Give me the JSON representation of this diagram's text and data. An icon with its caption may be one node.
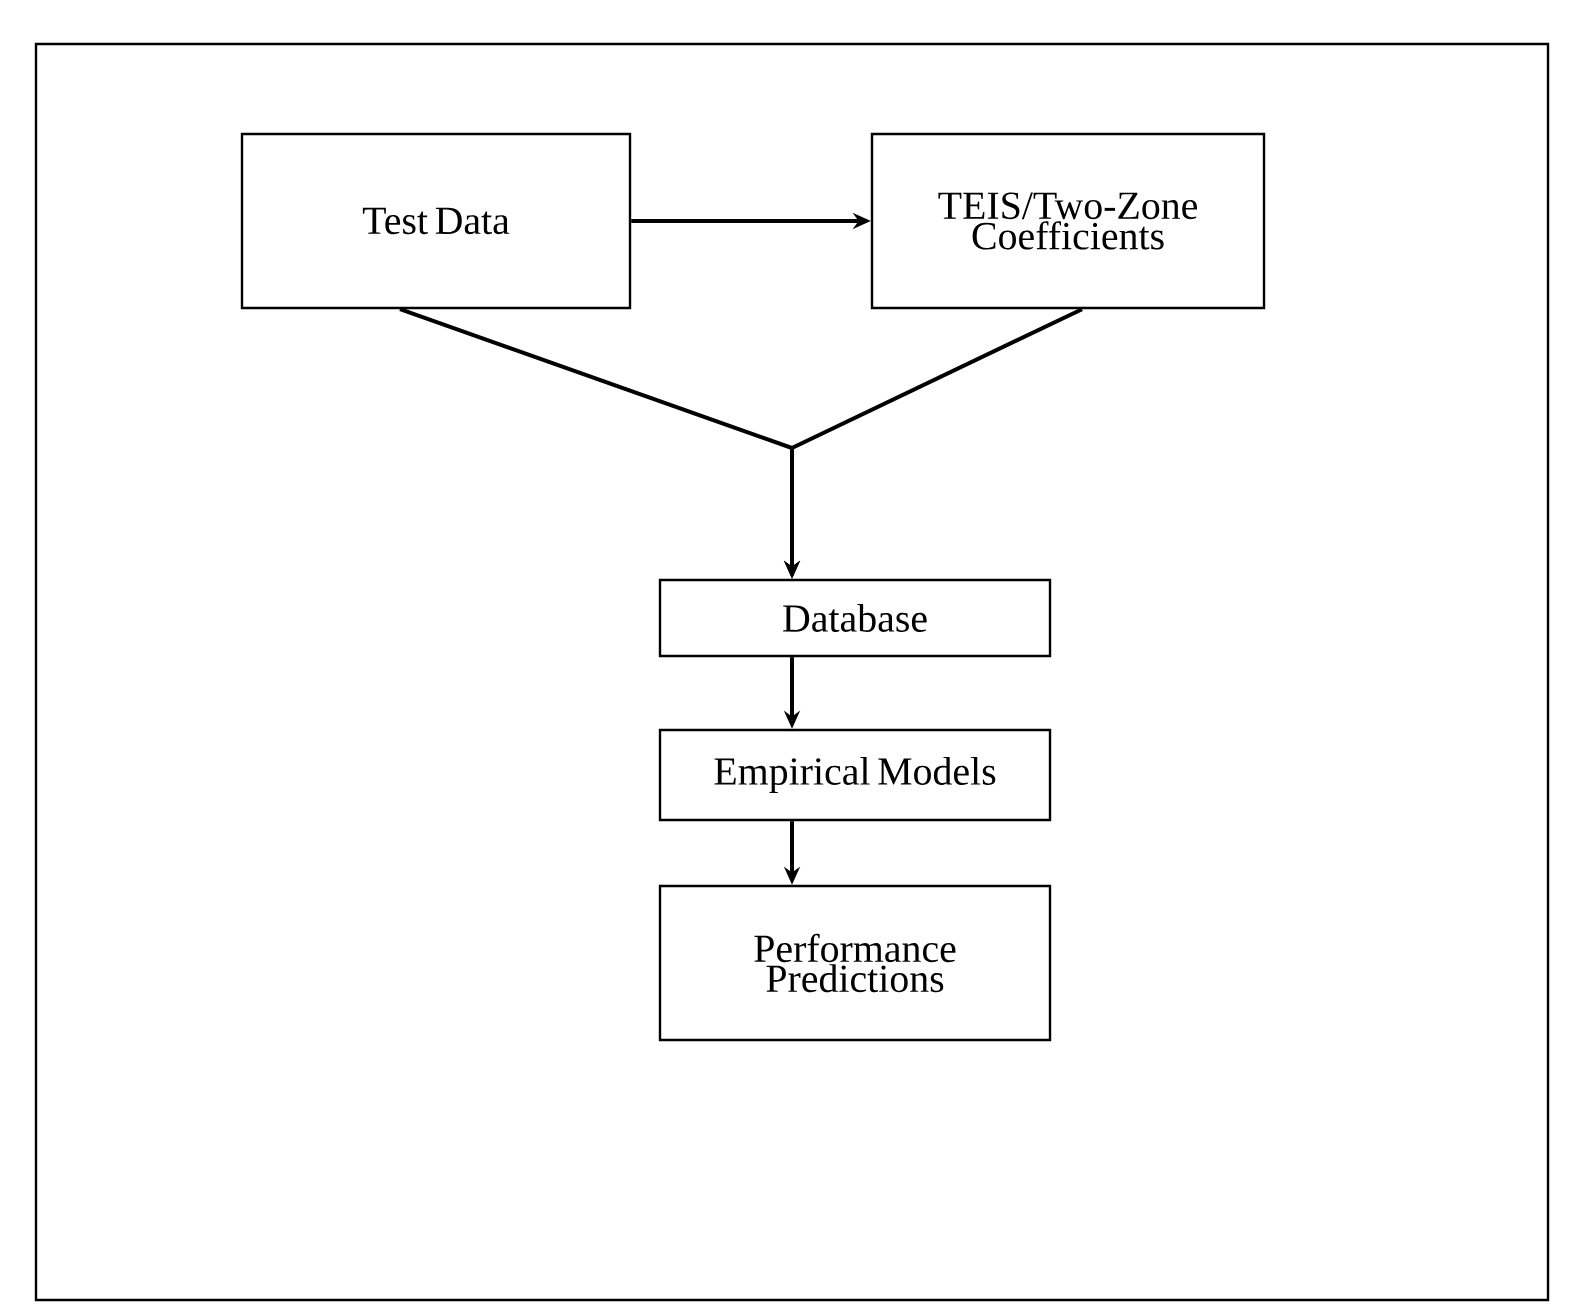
{
  "diagram": {
    "nodes": [
      {
        "text": [
          "Test Data"
        ]
      },
      {
        "text": [
          "TEIS/Two-Zone Coefficients"
        ]
      },
      {
        "text": [
          "Database"
        ]
      },
      {
        "text": [
          "Empirical Models"
        ]
      },
      {
        "text": [
          "Performance Predictions"
        ]
      }
    ],
    "edges": [
      {
        "from": 0,
        "to": 1,
        "arrow": "to"
      },
      {
        "from": 0,
        "to": 2,
        "arrow": "to"
      },
      {
        "from": 1,
        "to": 2,
        "arrow": "to"
      },
      {
        "from": 2,
        "to": 3,
        "arrow": "to"
      },
      {
        "from": 3,
        "to": 4,
        "arrow": "to"
      }
    ]
  }
}
